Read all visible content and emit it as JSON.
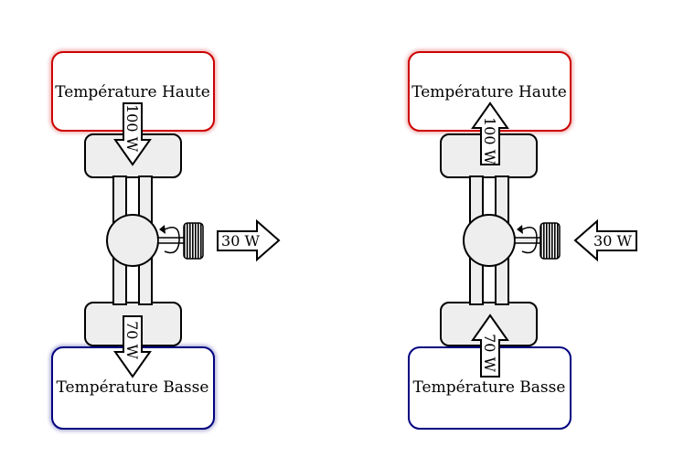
{
  "left": {
    "hot_label": "Température Haute",
    "cold_label": "Température Basse",
    "top_heat": "100 W",
    "bottom_heat": "70 W",
    "work": "30 W"
  },
  "right": {
    "hot_label": "Température Haute",
    "cold_label": "Température Basse",
    "top_heat": "100 W",
    "bottom_heat": "70 W",
    "work": "30 W"
  },
  "colors": {
    "hot": "#cc0000",
    "cold": "#000080",
    "body": "#eeeeee",
    "stroke": "#000000"
  }
}
